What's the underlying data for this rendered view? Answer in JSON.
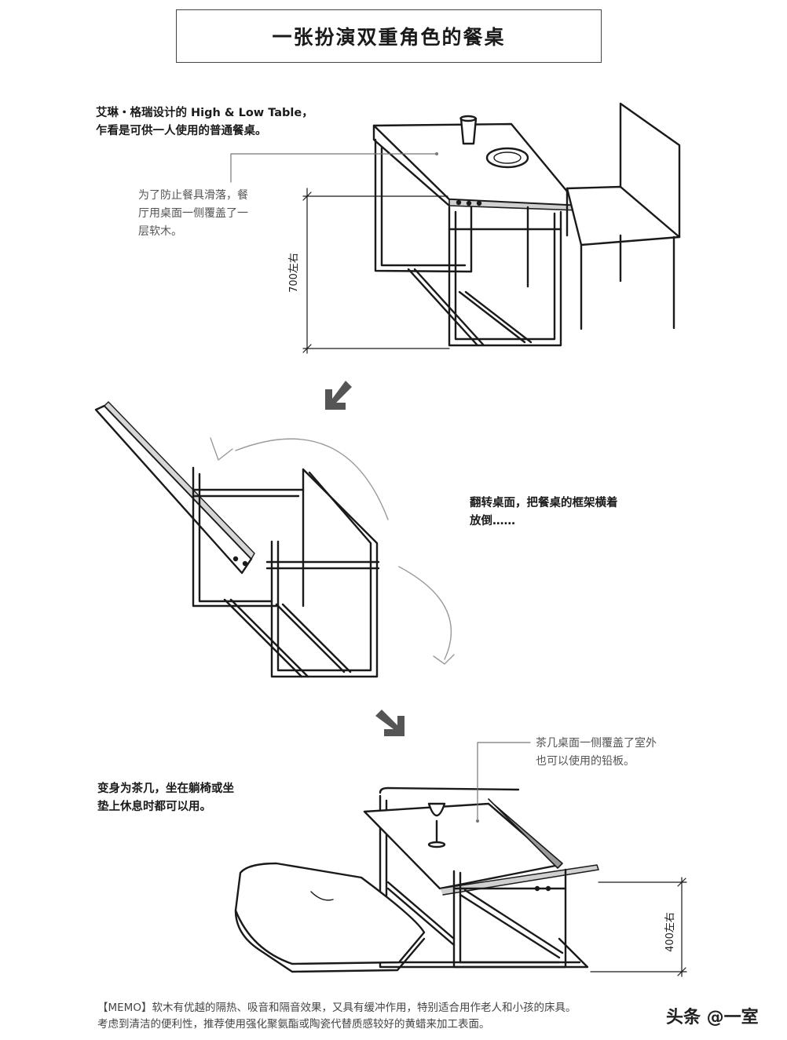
{
  "title": "一张扮演双重角色的餐桌",
  "captions": {
    "intro_line1": "艾琳・格瑞设计的 High & Low Table，",
    "intro_line2": "乍看是可供一人使用的普通餐桌。",
    "flip_line1": "翻转桌面，把餐桌的框架横着",
    "flip_line2": "放倒……",
    "transform_line1": "变身为茶几，坐在躺椅或坐",
    "transform_line2": "垫上休息时都可以用。"
  },
  "notes": {
    "cork_line1": "为了防止餐具滑落，餐",
    "cork_line2": "厅用桌面一侧覆盖了一",
    "cork_line3": "层软木。",
    "lead_line1": "茶几桌面一侧覆盖了室外",
    "lead_line2": "也可以使用的铅板。"
  },
  "dimensions": {
    "high": "700左右",
    "low": "400左右"
  },
  "memo": {
    "line1": "【MEMO】软木有优越的隔热、吸音和隔音效果，又具有缓冲作用，特别适合用作老人和小孩的床具。",
    "line2": "考虑到清洁的便利性，推荐使用强化聚氨酯或陶瓷代替质感较好的黄蜡来加工表面。"
  },
  "watermark": "头条 @一室",
  "colors": {
    "ink": "#1a1a1a",
    "arrow": "#555555",
    "note": "#555555",
    "table_edge": "#c8c8c8"
  }
}
